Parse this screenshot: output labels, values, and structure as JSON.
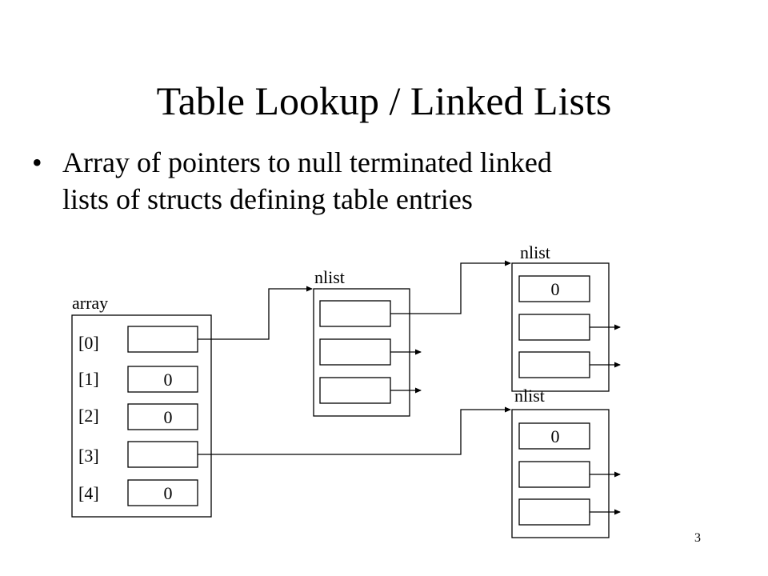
{
  "slide": {
    "title": "Table Lookup / Linked Lists",
    "bullet_symbol": "•",
    "bullet_line1": "Array of pointers to null terminated linked",
    "bullet_line2": "lists of structs defining table entries",
    "page_number": "3"
  },
  "diagram": {
    "array": {
      "label": "array",
      "indices": [
        "[0]",
        "[1]",
        "[2]",
        "[3]",
        "[4]"
      ],
      "values": [
        "",
        "0",
        "0",
        "",
        "0"
      ]
    },
    "nlist_a": {
      "label": "nlist",
      "values": [
        "",
        "",
        ""
      ]
    },
    "nlist_b": {
      "label": "nlist",
      "values": [
        "0",
        "",
        ""
      ]
    },
    "nlist_c": {
      "label": "nlist",
      "values": [
        "0",
        "",
        ""
      ]
    }
  }
}
